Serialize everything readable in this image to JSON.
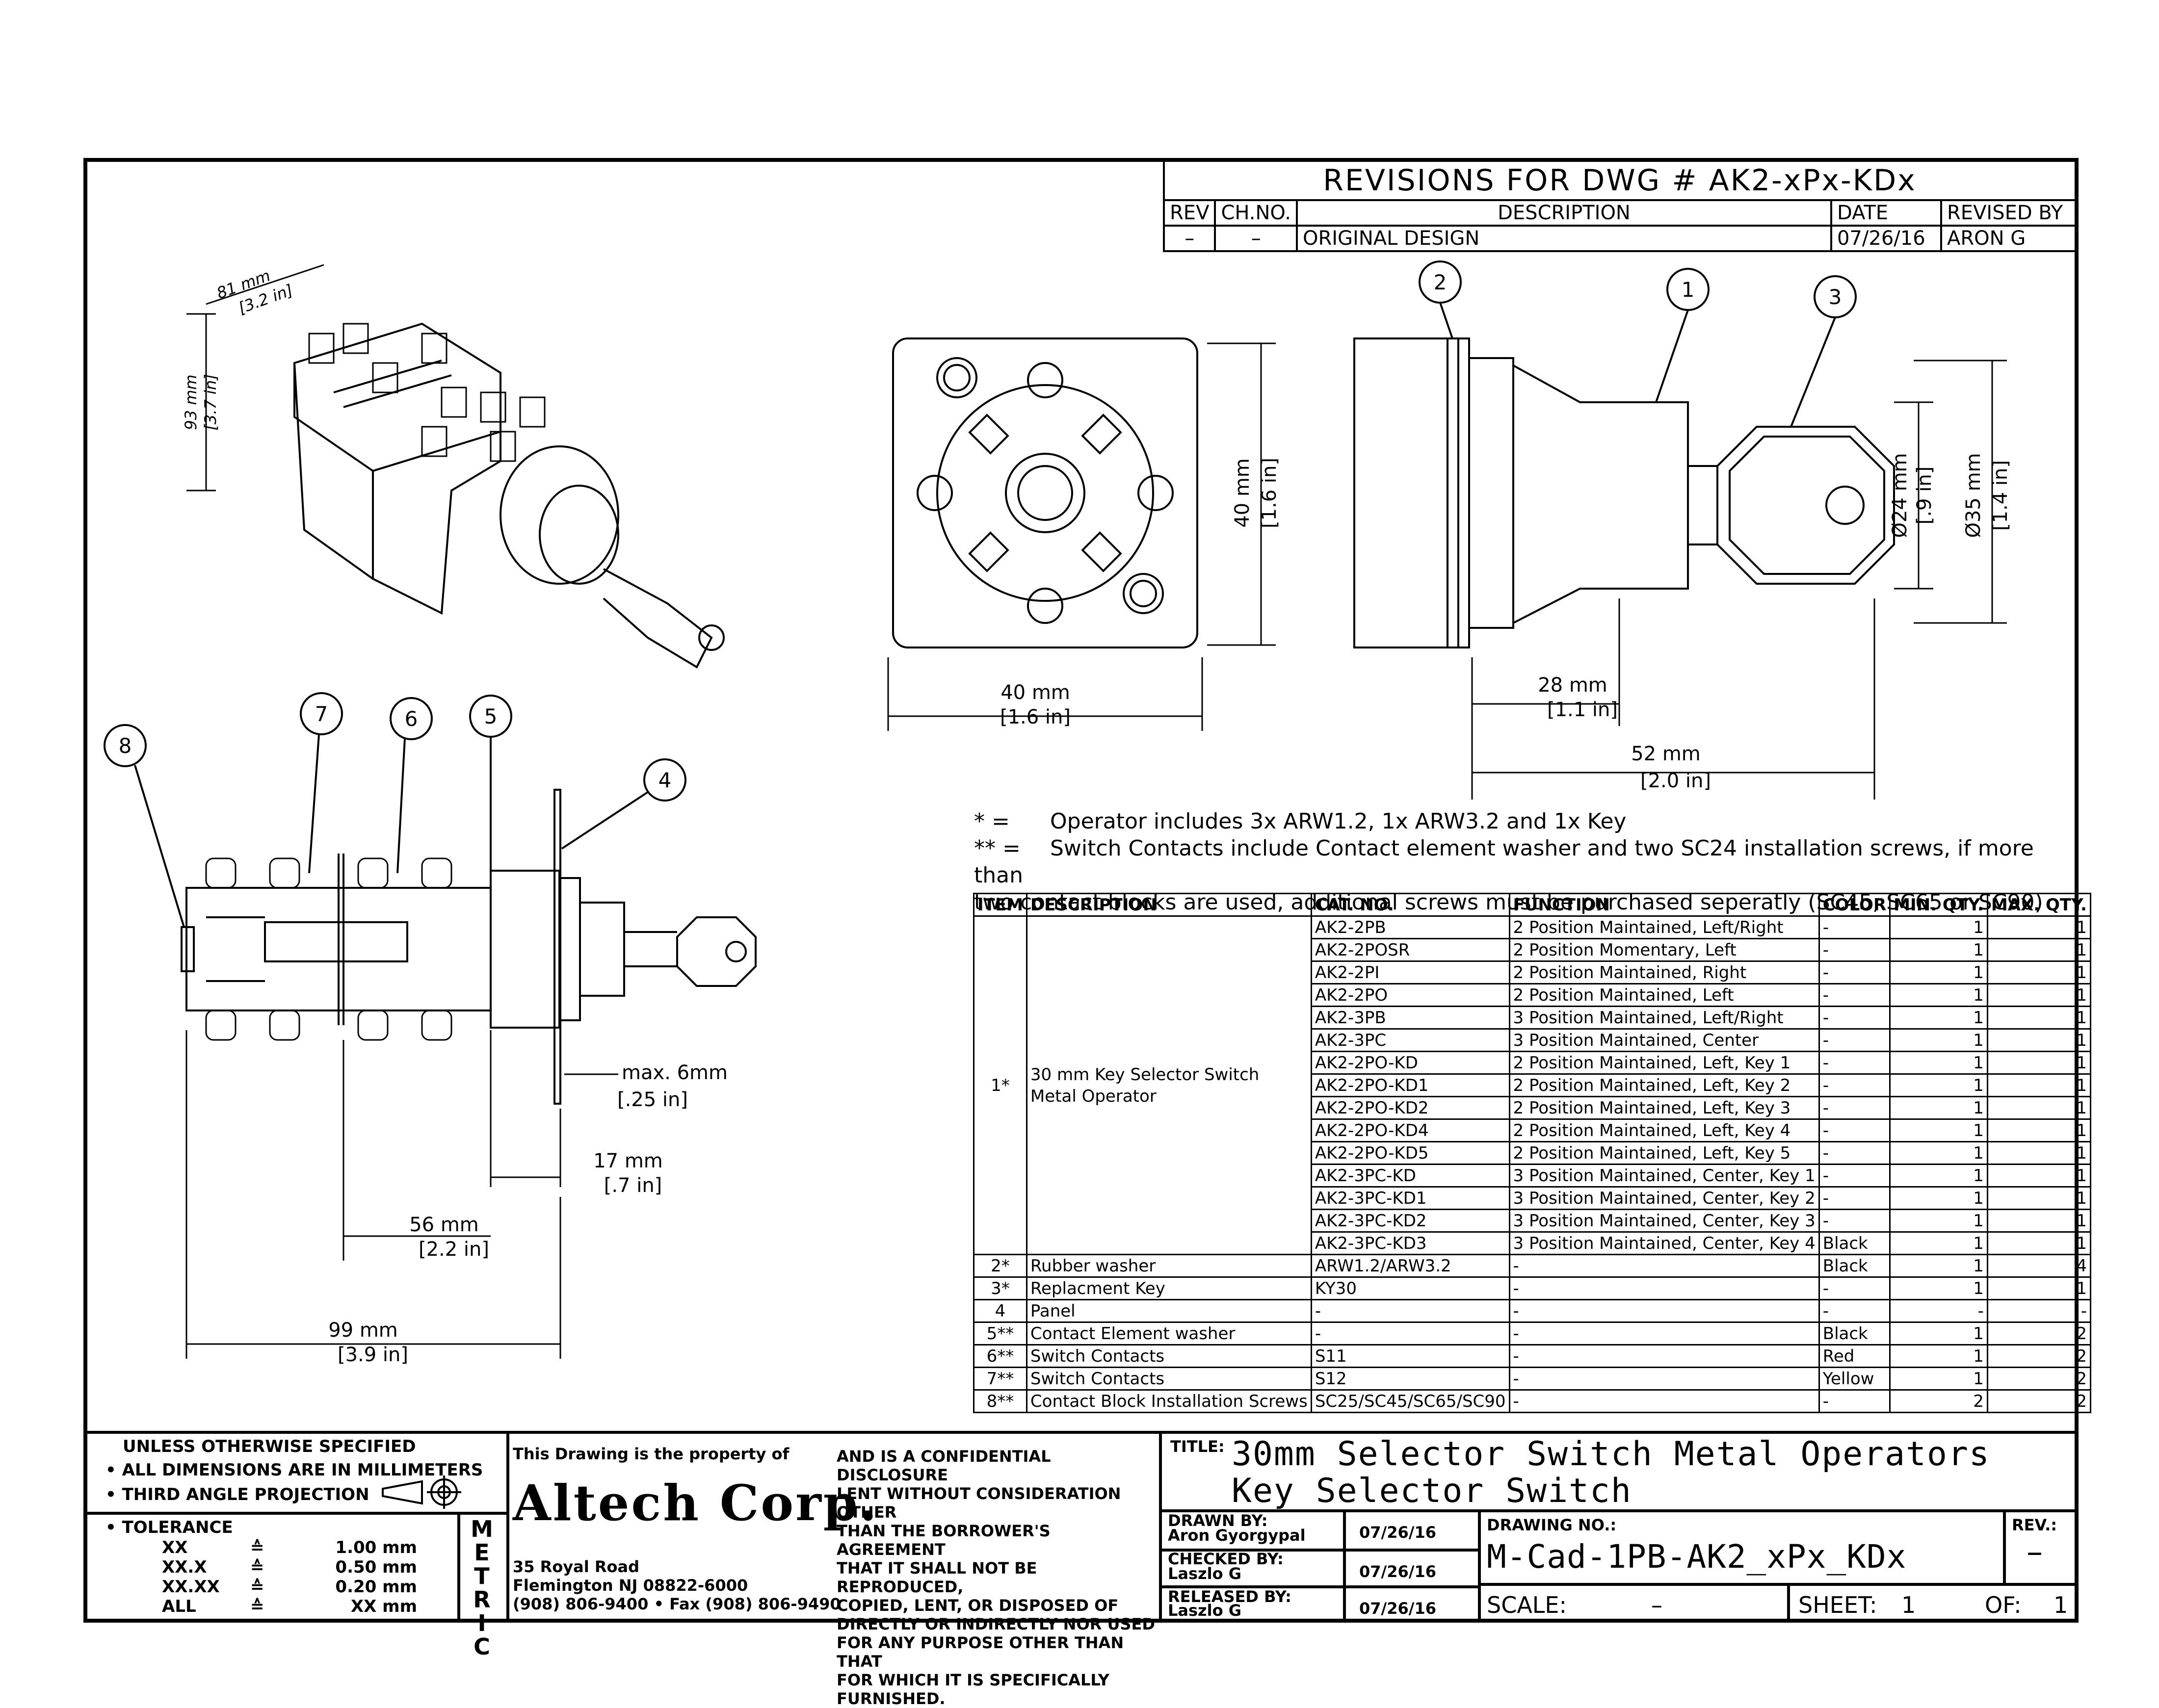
{
  "revisions": {
    "title": "REVISIONS FOR DWG # AK2-xPx-KDx",
    "headers": [
      "REV",
      "CH.NO.",
      "DESCRIPTION",
      "DATE",
      "REVISED BY"
    ],
    "row": [
      "–",
      "–",
      "ORIGINAL DESIGN",
      "07/26/16",
      "ARON G"
    ]
  },
  "iso_dims": {
    "width": "81 mm",
    "width_in": "[3.2 in]",
    "height": "93 mm",
    "height_in": "[3.7 in]"
  },
  "front_dims": {
    "h": "40 mm",
    "h_in": "[1.6 in]",
    "w": "40 mm",
    "w_in": "[1.6 in]"
  },
  "side_dims": {
    "d24": "Ø24 mm",
    "d24_in": "[.9 in]",
    "d35": "Ø35 mm",
    "d35_in": "[1.4 in]",
    "l28": "28 mm",
    "l28_in": "[1.1 in]",
    "l52": "52 mm",
    "l52_in": "[2.0 in]"
  },
  "assy_dims": {
    "max6": "max. 6mm",
    "max6_in": "[.25 in]",
    "d17": "17 mm",
    "d17_in": "[.7 in]",
    "d56": "56 mm",
    "d56_in": "[2.2 in]",
    "d99": "99 mm",
    "d99_in": "[3.9 in]"
  },
  "balloons": [
    "1",
    "2",
    "3",
    "4",
    "5",
    "6",
    "7",
    "8"
  ],
  "notes": {
    "n1_sym": "* =",
    "n1": "Operator includes 3x ARW1.2, 1x ARW3.2 and 1x Key",
    "n2_sym": "** =",
    "n2": "Switch Contacts include Contact element washer and two SC24 installation screws, if more than",
    "n3": "two contact blocks are used, additional screws must be purchased seperatly (SC45, SC65 or SC90)"
  },
  "bom": {
    "headers": [
      "ITEM",
      "DESCRIPTION",
      "CAT. NO.",
      "FUNCTION",
      "COLOR",
      "MIN. QTY.",
      "MAX. QTY."
    ],
    "item1": {
      "item": "1*",
      "desc_1": "30 mm Key Selector Switch",
      "desc_2": "Metal Operator"
    },
    "item1_rows": [
      [
        "AK2-2PB",
        "2 Position Maintained, Left/Right",
        "-",
        "1",
        "1"
      ],
      [
        "AK2-2POSR",
        "2 Position Momentary, Left",
        "-",
        "1",
        "1"
      ],
      [
        "AK2-2PI",
        "2 Position Maintained, Right",
        "-",
        "1",
        "1"
      ],
      [
        "AK2-2PO",
        "2 Position Maintained, Left",
        "-",
        "1",
        "1"
      ],
      [
        "AK2-3PB",
        "3 Position Maintained, Left/Right",
        "-",
        "1",
        "1"
      ],
      [
        "AK2-3PC",
        "3 Position Maintained, Center",
        "-",
        "1",
        "1"
      ],
      [
        "AK2-2PO-KD",
        "2 Position Maintained, Left, Key 1",
        "-",
        "1",
        "1"
      ],
      [
        "AK2-2PO-KD1",
        "2 Position Maintained, Left, Key 2",
        "-",
        "1",
        "1"
      ],
      [
        "AK2-2PO-KD2",
        "2 Position Maintained, Left, Key 3",
        "-",
        "1",
        "1"
      ],
      [
        "AK2-2PO-KD4",
        "2 Position Maintained, Left, Key 4",
        "-",
        "1",
        "1"
      ],
      [
        "AK2-2PO-KD5",
        "2 Position Maintained, Left, Key 5",
        "-",
        "1",
        "1"
      ],
      [
        "AK2-3PC-KD",
        "3 Position Maintained, Center, Key 1",
        "-",
        "1",
        "1"
      ],
      [
        "AK2-3PC-KD1",
        "3 Position Maintained, Center, Key 2",
        "-",
        "1",
        "1"
      ],
      [
        "AK2-3PC-KD2",
        "3 Position Maintained, Center, Key 3",
        "-",
        "1",
        "1"
      ],
      [
        "AK2-3PC-KD3",
        "3 Position Maintained, Center, Key 4",
        "Black",
        "1",
        "1"
      ]
    ],
    "other_rows": [
      [
        "2*",
        "Rubber washer",
        "ARW1.2/ARW3.2",
        "-",
        "Black",
        "1",
        "4"
      ],
      [
        "3*",
        "Replacment Key",
        "KY30",
        "-",
        "-",
        "1",
        "1"
      ],
      [
        "4",
        "Panel",
        "-",
        "-",
        "-",
        "-",
        "-"
      ],
      [
        "5**",
        "Contact Element washer",
        "-",
        "-",
        "Black",
        "1",
        "2"
      ],
      [
        "6**",
        "Switch Contacts",
        "S11",
        "-",
        "Red",
        "1",
        "2"
      ],
      [
        "7**",
        "Switch Contacts",
        "S12",
        "-",
        "Yellow",
        "1",
        "2"
      ],
      [
        "8**",
        "Contact Block Installation Screws",
        "SC25/SC45/SC65/SC90",
        "-",
        "-",
        "2",
        "2"
      ]
    ]
  },
  "titleblock": {
    "unless": "UNLESS OTHERWISE SPECIFIED",
    "b1": "• ALL DIMENSIONS ARE IN MILLIMETERS",
    "b2": "• THIRD ANGLE PROJECTION",
    "tol": "• TOLERANCE",
    "tol_rows": [
      [
        "XX",
        "≙",
        "1.00 mm"
      ],
      [
        "XX.X",
        "≙",
        "0.50 mm"
      ],
      [
        "XX.XX",
        "≙",
        "0.20 mm"
      ],
      [
        "ALL",
        "≙",
        "XX mm"
      ]
    ],
    "metric": "METRIC",
    "property": "This Drawing is the property of",
    "company": "Altech Corp.",
    "addr1": "35 Royal Road",
    "addr2": "Flemington NJ 08822-6000",
    "addr3": "(908) 806-9400 • Fax (908) 806-9490",
    "disclosure": [
      "AND IS A CONFIDENTIAL DISCLOSURE",
      "LENT WITHOUT CONSIDERATION OTHER",
      "THAN THE BORROWER'S AGREEMENT",
      "THAT IT SHALL NOT BE REPRODUCED,",
      "COPIED, LENT, OR DISPOSED OF",
      "DIRECTLY OR INDIRECTLY NOR USED",
      "FOR ANY PURPOSE OTHER THAN THAT",
      "FOR WHICH IT IS SPECIFICALLY",
      "FURNISHED."
    ],
    "title_label": "TITLE:",
    "title1": "30mm Selector Switch Metal Operators",
    "title2": "Key Selector Switch",
    "drawn_label": "DRAWN BY:",
    "drawn": "Aron Gyorgypal",
    "drawn_date": "07/26/16",
    "checked_label": "CHECKED BY:",
    "checked": "Laszlo G",
    "checked_date": "07/26/16",
    "released_label": "RELEASED BY:",
    "released": "Laszlo G",
    "released_date": "07/26/16",
    "drawing_no_label": "DRAWING NO.:",
    "drawing_no": "M-Cad-1PB-AK2_xPx_KDx",
    "rev_label": "REV.:",
    "rev": "–",
    "scale_label": "SCALE:",
    "scale": "–",
    "sheet_label": "SHEET:",
    "sheet": "1",
    "of_label": "OF:",
    "of": "1"
  }
}
